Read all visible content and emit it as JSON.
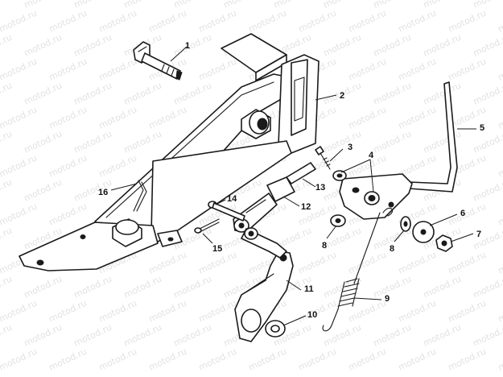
{
  "watermark": {
    "text": "motod.ru",
    "color": "#e2e2e2"
  },
  "callouts": [
    "1",
    "2",
    "3",
    "4",
    "5",
    "6",
    "7",
    "8",
    "8",
    "9",
    "10",
    "11",
    "12",
    "13",
    "14",
    "15",
    "16"
  ],
  "colors": {
    "line": "#1a1a1a",
    "background": "#ffffff"
  }
}
